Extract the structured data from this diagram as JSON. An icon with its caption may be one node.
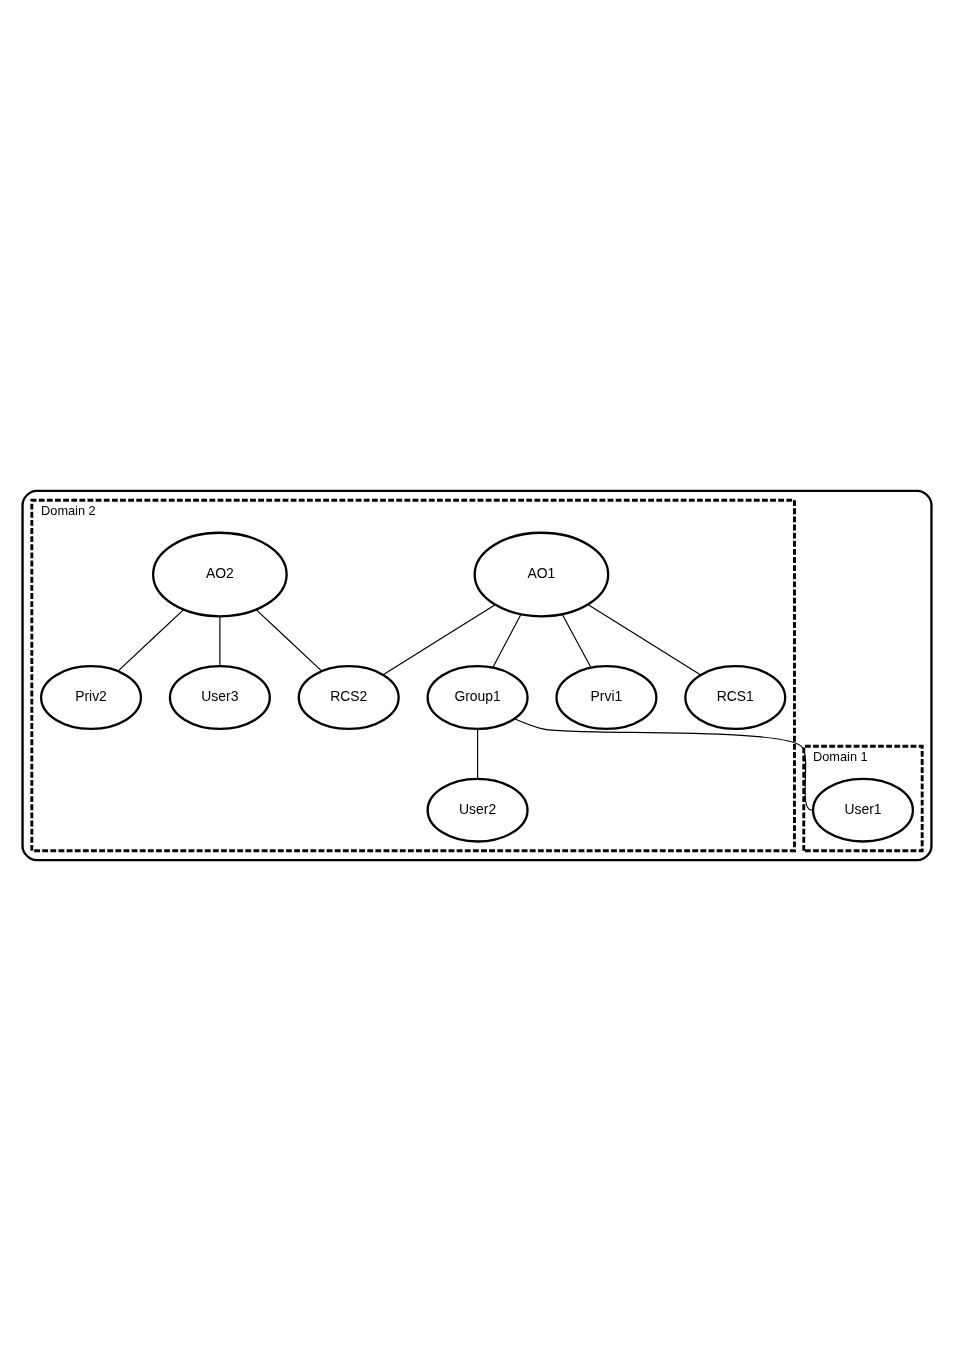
{
  "diagram": {
    "nodes": [
      {
        "text": [],
        "shape": "box"
      },
      {
        "text": [
          "Domain 1"
        ],
        "in": 0
      },
      {
        "text": [
          "Domain 2"
        ],
        "in": 0
      },
      {
        "text": [
          "AO1"
        ],
        "in": 2
      },
      {
        "text": [
          "AO2"
        ],
        "in": 2
      },
      {
        "text": [
          "Group1"
        ],
        "in": 2
      },
      {
        "text": [
          "Prvi1"
        ],
        "in": 2
      },
      {
        "text": [
          "Priv2"
        ],
        "in": 2
      },
      {
        "text": [
          "User1"
        ],
        "in": 1
      },
      {
        "text": [
          "User2"
        ],
        "in": 2
      },
      {
        "text": [
          "User3"
        ],
        "in": 2
      },
      {
        "text": [
          "RCS1"
        ],
        "in": 2
      },
      {
        "text": [
          "RCS2"
        ],
        "in": 2
      }
    ],
    "edges": [
      {
        "from": 3,
        "to": 5,
        "arrow": "none"
      },
      {
        "from": 3,
        "to": 6,
        "arrow": "none"
      },
      {
        "from": 3,
        "to": 11,
        "arrow": "none"
      },
      {
        "from": 3,
        "to": 12,
        "arrow": "none"
      },
      {
        "from": 4,
        "to": 10,
        "arrow": "none"
      },
      {
        "from": 4,
        "to": 12,
        "arrow": "none"
      },
      {
        "from": 4,
        "to": 7,
        "arrow": "none"
      },
      {
        "from": 5,
        "to": 8,
        "arrow": "none"
      },
      {
        "from": 5,
        "to": 9,
        "arrow": "none"
      }
    ]
  }
}
